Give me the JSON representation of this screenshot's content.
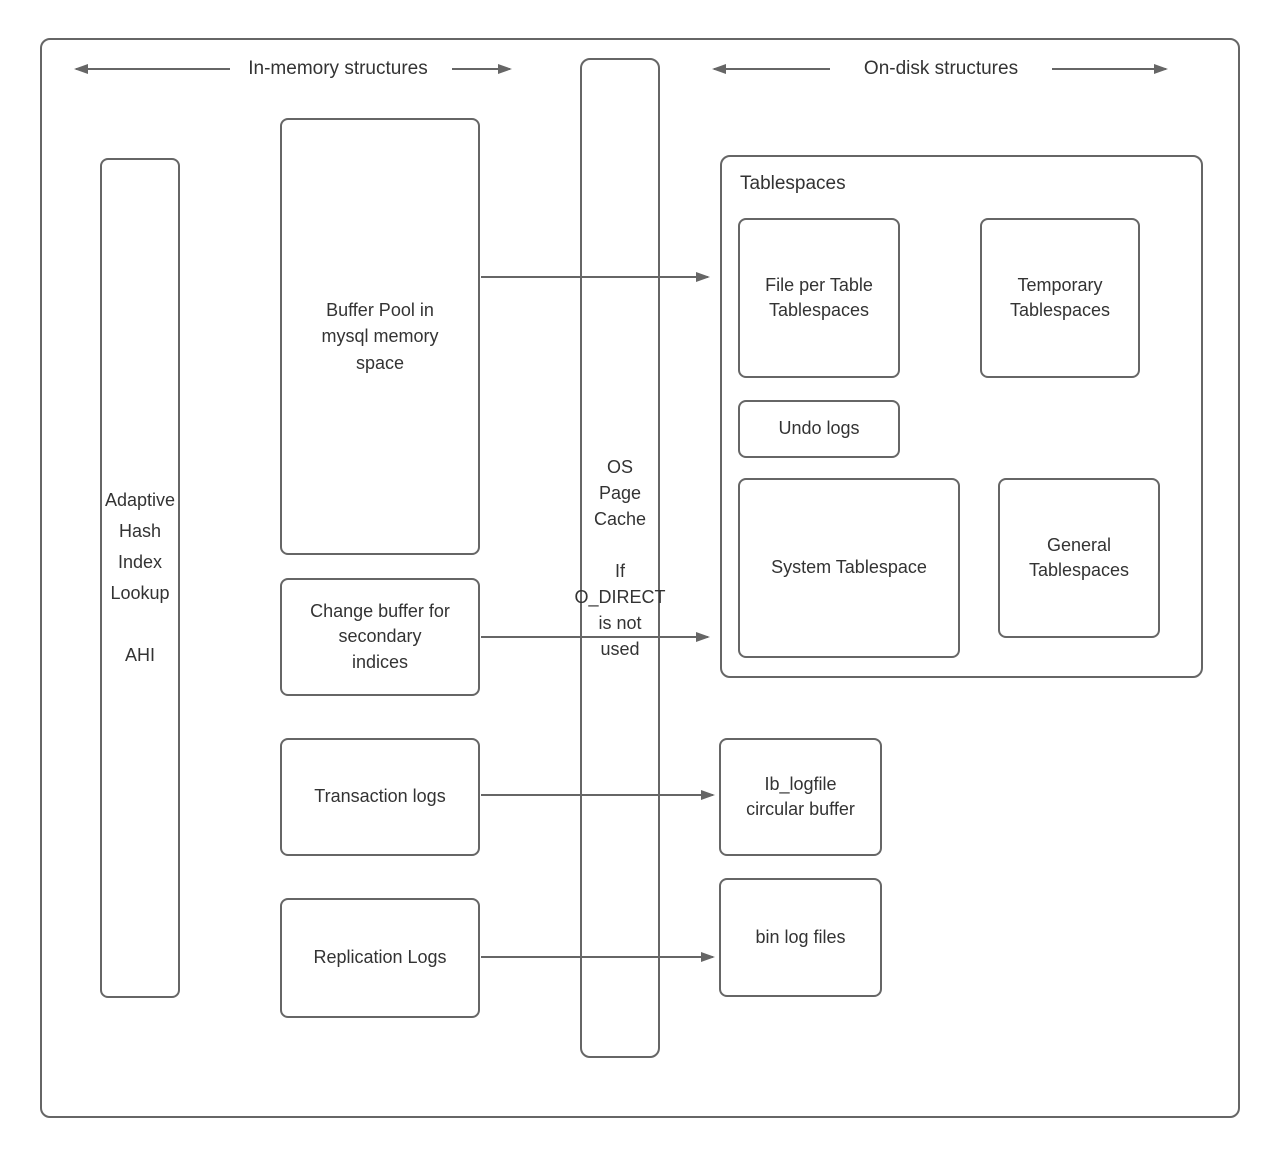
{
  "headers": {
    "in_memory": "In-memory structures",
    "on_disk": "On-disk structures"
  },
  "in_memory": {
    "ahi": "Adaptive\nHash\nIndex\nLookup\n\nAHI",
    "buffer_pool": "Buffer Pool in\nmysql memory\nspace",
    "change_buffer": "Change buffer for\nsecondary\nindices",
    "transaction_logs": "Transaction logs",
    "replication_logs": "Replication Logs"
  },
  "os_page_cache": "OS\nPage\nCache\n\nIf\nO_DIRECT\nis not\nused",
  "on_disk": {
    "tablespaces_label": "Tablespaces",
    "file_per_table": "File per Table\nTablespaces",
    "temporary": "Temporary\nTablespaces",
    "undo_logs": "Undo logs",
    "system_tablespace": "System Tablespace",
    "general": "General\nTablespaces",
    "ib_logfile": "Ib_logfile\ncircular buffer",
    "bin_log": "bin log files"
  },
  "colors": {
    "stroke": "#666666",
    "text": "#333333",
    "background": "#ffffff"
  }
}
